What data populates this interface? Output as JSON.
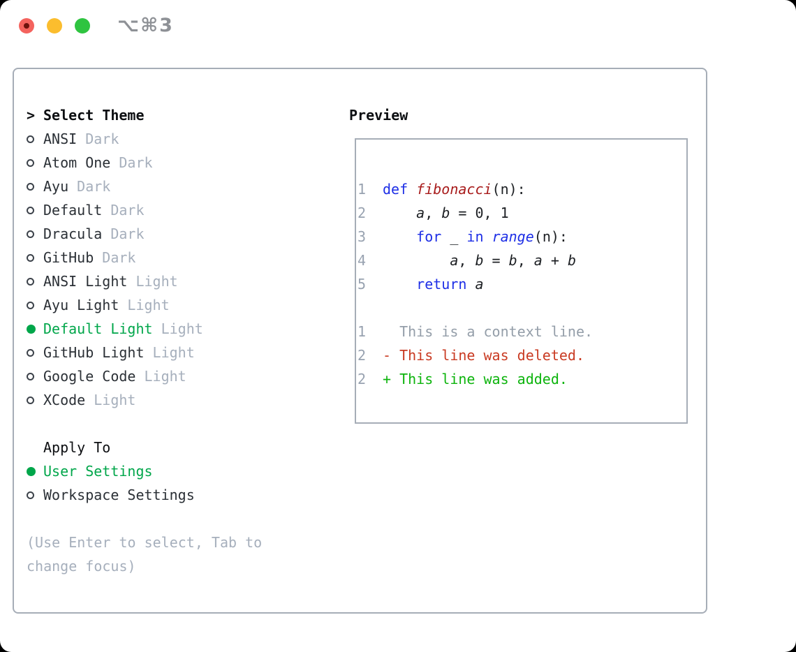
{
  "window": {
    "shortcut_label": "⌥⌘3"
  },
  "traffic_lights": [
    {
      "name": "close-button",
      "color": "#f4635e"
    },
    {
      "name": "minimize-button",
      "color": "#fbbd2e"
    },
    {
      "name": "zoom-button",
      "color": "#2fc440"
    }
  ],
  "theme_list": {
    "header_prefix": ">",
    "header_label": "Select Theme",
    "items": [
      {
        "name": "ANSI",
        "tag": "Dark",
        "selected": false
      },
      {
        "name": "Atom One",
        "tag": "Dark",
        "selected": false
      },
      {
        "name": "Ayu",
        "tag": "Dark",
        "selected": false
      },
      {
        "name": "Default",
        "tag": "Dark",
        "selected": false
      },
      {
        "name": "Dracula",
        "tag": "Dark",
        "selected": false
      },
      {
        "name": "GitHub",
        "tag": "Dark",
        "selected": false
      },
      {
        "name": "ANSI Light",
        "tag": "Light",
        "selected": false
      },
      {
        "name": "Ayu Light",
        "tag": "Light",
        "selected": false
      },
      {
        "name": "Default Light",
        "tag": "Light",
        "selected": true
      },
      {
        "name": "GitHub Light",
        "tag": "Light",
        "selected": false
      },
      {
        "name": "Google Code",
        "tag": "Light",
        "selected": false
      },
      {
        "name": "XCode",
        "tag": "Light",
        "selected": false
      }
    ]
  },
  "apply_to": {
    "header": "Apply To",
    "options": [
      {
        "name": "User Settings",
        "selected": true
      },
      {
        "name": "Workspace Settings",
        "selected": false
      }
    ]
  },
  "hint": {
    "line1": "(Use Enter to select, Tab to",
    "line2": "change focus)"
  },
  "preview": {
    "title": "Preview",
    "code_lines": [
      {
        "num": "1",
        "tokens": [
          [
            "kw",
            "def"
          ],
          [
            "pl",
            " "
          ],
          [
            "fn",
            "fibonacci"
          ],
          [
            "pl",
            "(n):"
          ]
        ]
      },
      {
        "num": "2",
        "tokens": [
          [
            "pl",
            "    "
          ],
          [
            "var",
            "a"
          ],
          [
            "pl",
            ", "
          ],
          [
            "var",
            "b"
          ],
          [
            "pl",
            " = 0, 1"
          ]
        ]
      },
      {
        "num": "3",
        "tokens": [
          [
            "pl",
            "    "
          ],
          [
            "kw",
            "for"
          ],
          [
            "pl",
            " _ "
          ],
          [
            "kw",
            "in"
          ],
          [
            "pl",
            " "
          ],
          [
            "call",
            "range"
          ],
          [
            "pl",
            "(n):"
          ]
        ]
      },
      {
        "num": "4",
        "tokens": [
          [
            "pl",
            "        "
          ],
          [
            "var",
            "a"
          ],
          [
            "pl",
            ", "
          ],
          [
            "var",
            "b"
          ],
          [
            "pl",
            " = "
          ],
          [
            "var",
            "b"
          ],
          [
            "pl",
            ", "
          ],
          [
            "var",
            "a"
          ],
          [
            "pl",
            " + "
          ],
          [
            "var",
            "b"
          ]
        ]
      },
      {
        "num": "5",
        "tokens": [
          [
            "pl",
            "    "
          ],
          [
            "kw",
            "return"
          ],
          [
            "pl",
            " "
          ],
          [
            "var",
            "a"
          ]
        ]
      }
    ],
    "diff_lines": [
      {
        "num": "1",
        "type": "context",
        "text": "  This is a context line."
      },
      {
        "num": "2",
        "type": "deleted",
        "text": "- This line was deleted."
      },
      {
        "num": "2",
        "type": "added",
        "text": "+ This line was added."
      }
    ]
  },
  "colors": {
    "selected_green": "#00a64a",
    "added_green": "#0db40d",
    "deleted_red": "#c93a22",
    "keyword_blue": "#1d2ee6",
    "function_red": "#a81c1c",
    "line_number_gray": "#98a2b0",
    "context_gray": "#949ea9",
    "muted_gray": "#a6afbc",
    "text_dark": "#2b3036",
    "text_black": "#0d0f12",
    "code_text": "#1c1f23",
    "bullet_gray": "#3c424a",
    "border_gray": "#a6adb7",
    "shortcut_gray": "#8e9196",
    "traffic_red": "#f4635e",
    "traffic_red_dot": "#6d120c",
    "traffic_yellow": "#fbbd2e",
    "traffic_green": "#2fc440"
  }
}
